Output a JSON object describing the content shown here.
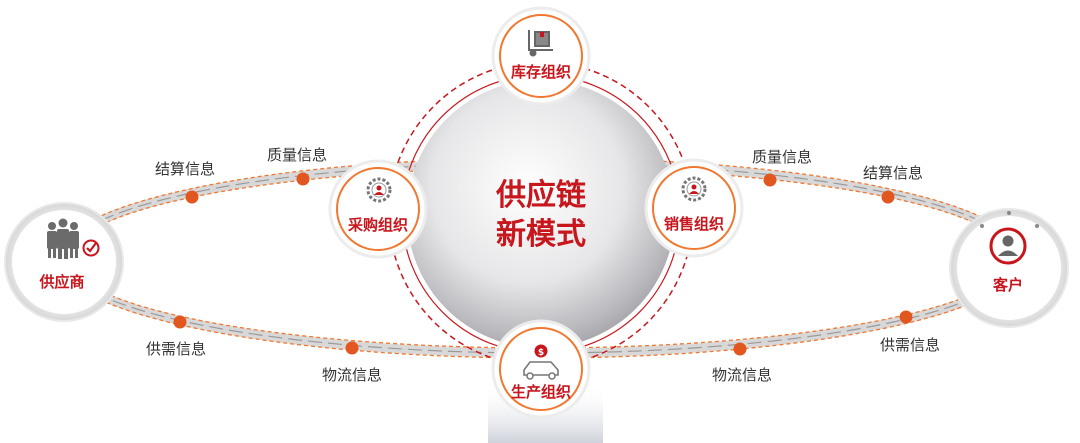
{
  "center": {
    "line1": "供应链",
    "line2": "新模式"
  },
  "nodes": {
    "inventory": "库存组织",
    "purchasing": "采购组织",
    "sales": "销售组织",
    "production": "生产组织",
    "supplier": "供应商",
    "customer": "客户"
  },
  "flows": {
    "left_settlement": "结算信息",
    "left_quality": "质量信息",
    "left_demand": "供需信息",
    "left_logistics": "物流信息",
    "right_quality": "质量信息",
    "right_settlement": "结算信息",
    "right_demand": "供需信息",
    "right_logistics": "物流信息"
  },
  "colors": {
    "accent": "#c8161d",
    "orange": "#f07830",
    "dot": "#e2571f"
  },
  "icons": {
    "inventory": "hand-truck-icon",
    "purchasing": "gear-person-icon",
    "sales": "gear-person-icon",
    "production": "car-coin-icon",
    "supplier": "people-check-icon",
    "customer": "user-circle-icon"
  }
}
